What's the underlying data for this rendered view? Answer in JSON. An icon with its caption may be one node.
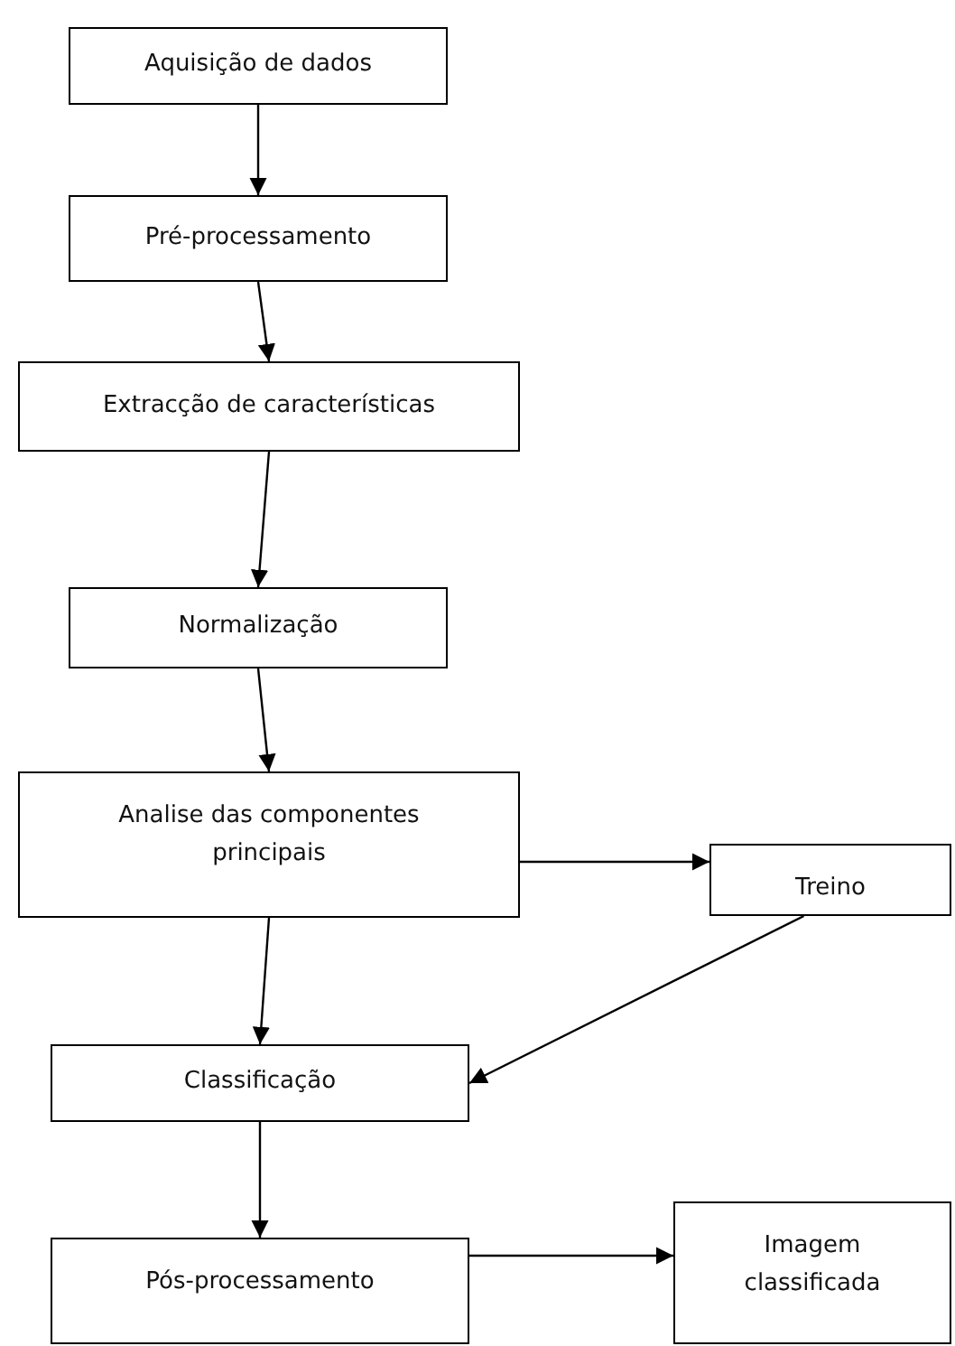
{
  "diagram": {
    "nodes": [
      {
        "text": [
          "Aquisição de dados"
        ]
      },
      {
        "text": [
          "Pré-processamento"
        ]
      },
      {
        "text": [
          "Extracção de características"
        ]
      },
      {
        "text": [
          "Normalização"
        ]
      },
      {
        "text": [
          "Analise das componentes principais"
        ]
      },
      {
        "text": [
          "Treino"
        ]
      },
      {
        "text": [
          "Classificação"
        ]
      },
      {
        "text": [
          "Pós-processamento"
        ]
      },
      {
        "text": [
          "Imagem classificada"
        ]
      }
    ],
    "edges": [
      {
        "from": 0,
        "to": 1,
        "arrow": "to"
      },
      {
        "from": 1,
        "to": 2,
        "arrow": "to"
      },
      {
        "from": 2,
        "to": 3,
        "arrow": "to"
      },
      {
        "from": 3,
        "to": 4,
        "arrow": "to"
      },
      {
        "from": 4,
        "to": 5,
        "arrow": "to"
      },
      {
        "from": 4,
        "to": 6,
        "arrow": "to"
      },
      {
        "from": 5,
        "to": 6,
        "arrow": "to"
      },
      {
        "from": 6,
        "to": 7,
        "arrow": "to"
      },
      {
        "from": 7,
        "to": 8,
        "arrow": "to"
      }
    ]
  }
}
